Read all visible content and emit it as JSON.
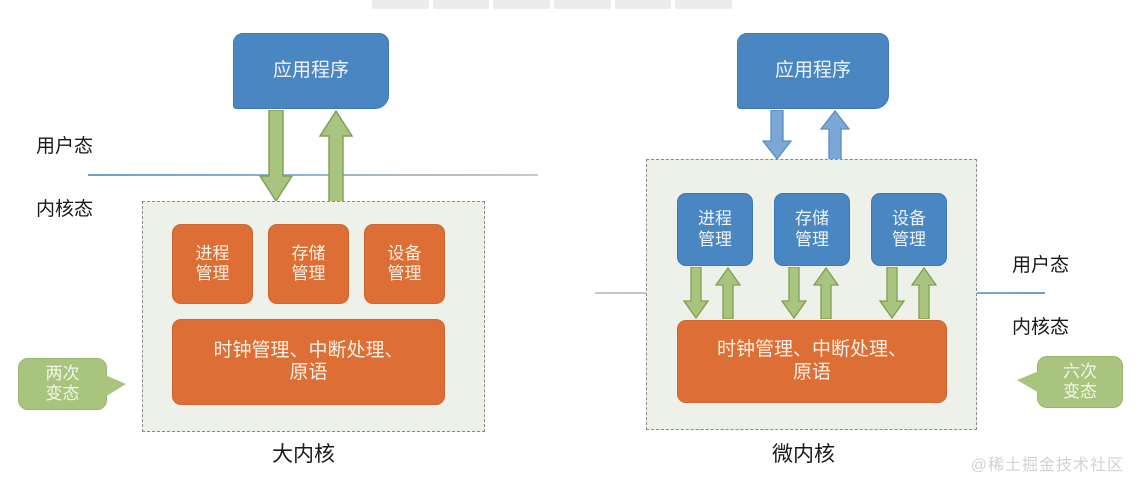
{
  "watermark": "@稀土掘金技术社区",
  "modes": {
    "user": "用户态",
    "kernel": "内核态"
  },
  "left_diagram": {
    "caption": "大内核",
    "app_box": "应用程序",
    "services": [
      "进程\n管理",
      "存储\n管理",
      "设备\n管理"
    ],
    "service_labels": [
      {
        "line1": "进程",
        "line2": "管理"
      },
      {
        "line1": "存储",
        "line2": "管理"
      },
      {
        "line1": "设备",
        "line2": "管理"
      }
    ],
    "core_box": {
      "line1": "时钟管理、中断处理、",
      "line2": "原语"
    },
    "callout": {
      "line1": "两次",
      "line2": "变态"
    },
    "mode_user_label": "用户态",
    "mode_kernel_label": "内核态"
  },
  "right_diagram": {
    "caption": "微内核",
    "app_box": "应用程序",
    "service_labels": [
      {
        "line1": "进程",
        "line2": "管理"
      },
      {
        "line1": "存储",
        "line2": "管理"
      },
      {
        "line1": "设备",
        "line2": "管理"
      }
    ],
    "core_box": {
      "line1": "时钟管理、中断处理、",
      "line2": "原语"
    },
    "callout": {
      "line1": "六次",
      "line2": "变态"
    },
    "mode_user_label": "用户态",
    "mode_kernel_label": "内核态"
  },
  "colors": {
    "blue_box": "#4a86c2",
    "orange_box": "#dd6e35",
    "green_arrow": "#a9c47e",
    "green_arrow_border": "#7f9e53",
    "blue_arrow": "#7ba7d4",
    "blue_arrow_border": "#5b8cc0",
    "kernel_zone_fill": "#eef1e9",
    "kernel_zone_border": "#8a8a8a",
    "mode_line": "#6f9fd0"
  }
}
